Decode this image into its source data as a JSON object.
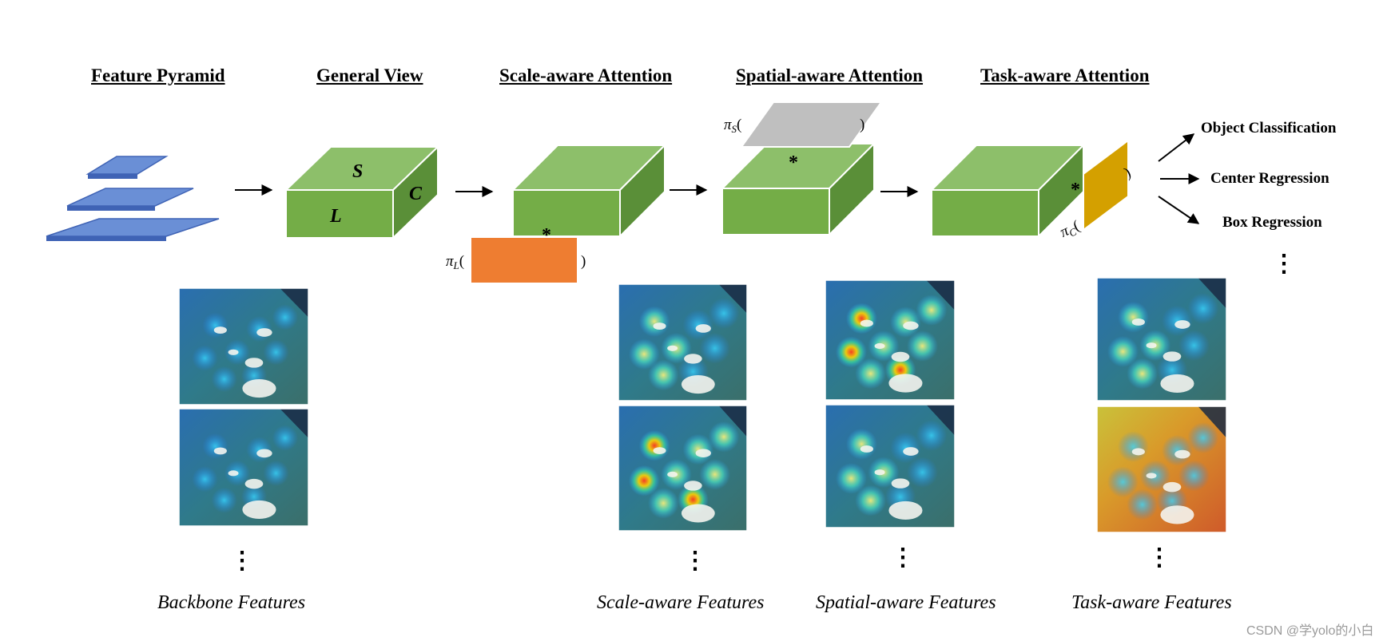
{
  "headings": {
    "feature_pyramid": "Feature Pyramid",
    "general_view": "General View",
    "scale_attention": "Scale-aware Attention",
    "spatial_attention": "Spatial-aware Attention",
    "task_attention": "Task-aware Attention"
  },
  "cube_labels": {
    "s": "S",
    "l": "L",
    "c": "C"
  },
  "operators": {
    "scale_pi": "π",
    "scale_sub": "L",
    "spatial_pi": "π",
    "spatial_sub": "S",
    "task_pi": "π",
    "task_sub": "C",
    "open_paren": "(",
    "close_paren": ")",
    "star": "*"
  },
  "outputs": {
    "object_classification": "Object Classification",
    "center_regression": "Center Regression",
    "box_regression": "Box Regression"
  },
  "feature_labels": {
    "backbone": "Backbone Features",
    "scale": "Scale-aware Features",
    "spatial": "Spatial-aware Features",
    "task": "Task-aware Features"
  },
  "ellipsis": "⋮",
  "watermark": "CSDN @学yolo的小白",
  "colors": {
    "pyramid": "#6a8fd6",
    "cube_top": "#8dbf6a",
    "cube_front": "#74ad47",
    "cube_side": "#5a8f38",
    "scale_op": "#ee7d31",
    "spatial_op": "#bfbfbf",
    "task_op": "#d4a000",
    "heatmap_base": "#2e6fa0"
  }
}
